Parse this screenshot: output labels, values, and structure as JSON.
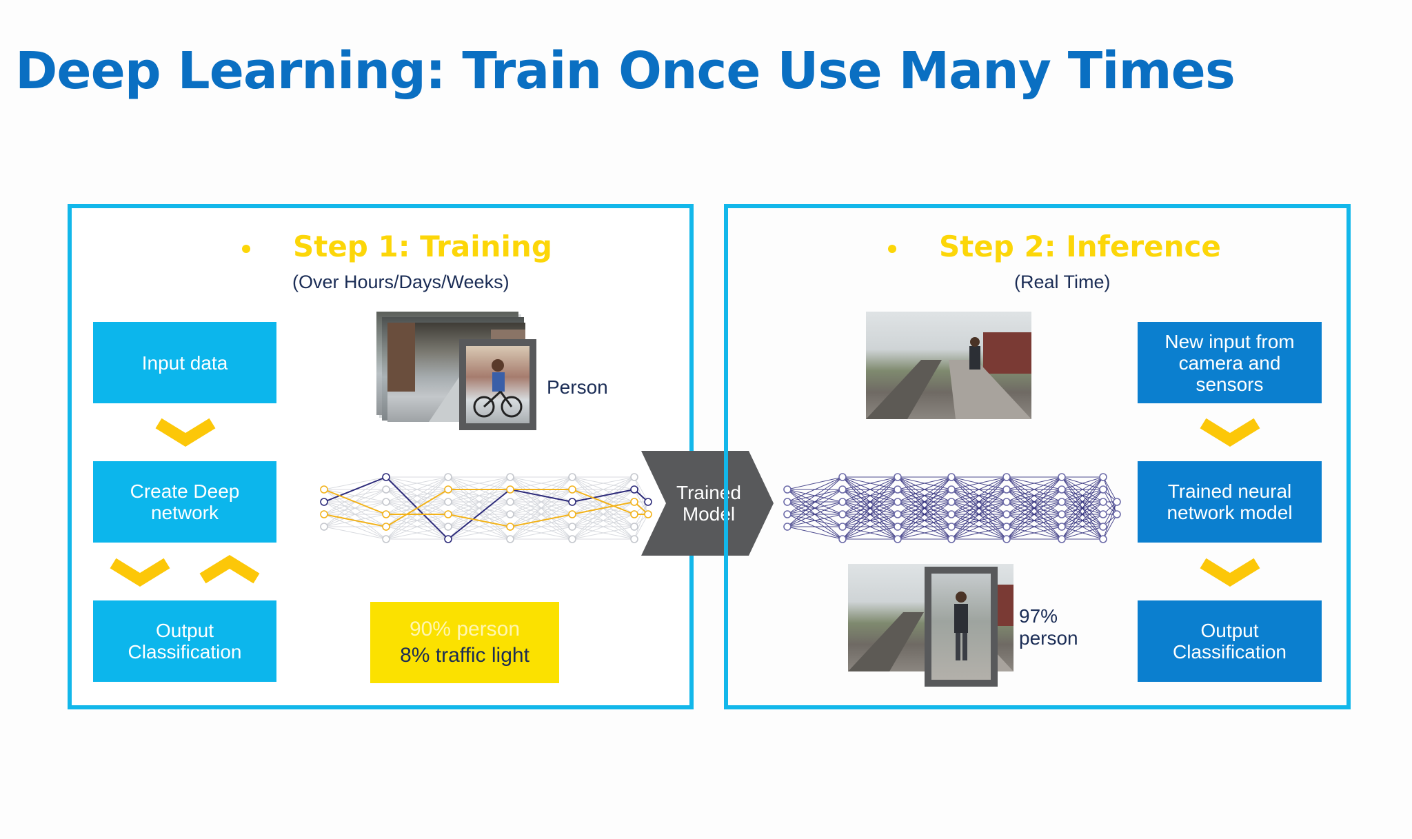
{
  "title": "Deep Learning: Train Once Use Many Times",
  "colors": {
    "title": "#0a6fc2",
    "panel_border": "#12b7ea",
    "step_title": "#fcd608",
    "box_light": "#0cb6ec",
    "box_dark": "#0b7fcf",
    "chevron": "#fcc708",
    "network_dark": "#2c2a7a",
    "network_yellow": "#f2b21a",
    "trained_arrow": "#58595b"
  },
  "training": {
    "step_title": "Step 1: Training",
    "subtitle": "(Over Hours/Days/Weeks)",
    "boxes": {
      "input": "Input data",
      "create": "Create Deep network",
      "output": "Output Classification"
    },
    "image_label": "Person",
    "result": {
      "line1": "90% person",
      "line2": "8% traffic light"
    }
  },
  "trained_model": {
    "label_line1": "Trained",
    "label_line2": "Model"
  },
  "inference": {
    "step_title": "Step 2: Inference",
    "subtitle": "(Real Time)",
    "boxes": {
      "input": "New input from camera and sensors",
      "model": "Trained neural network model",
      "output": "Output Classification"
    },
    "result": {
      "line1": "97%",
      "line2": "person"
    }
  }
}
